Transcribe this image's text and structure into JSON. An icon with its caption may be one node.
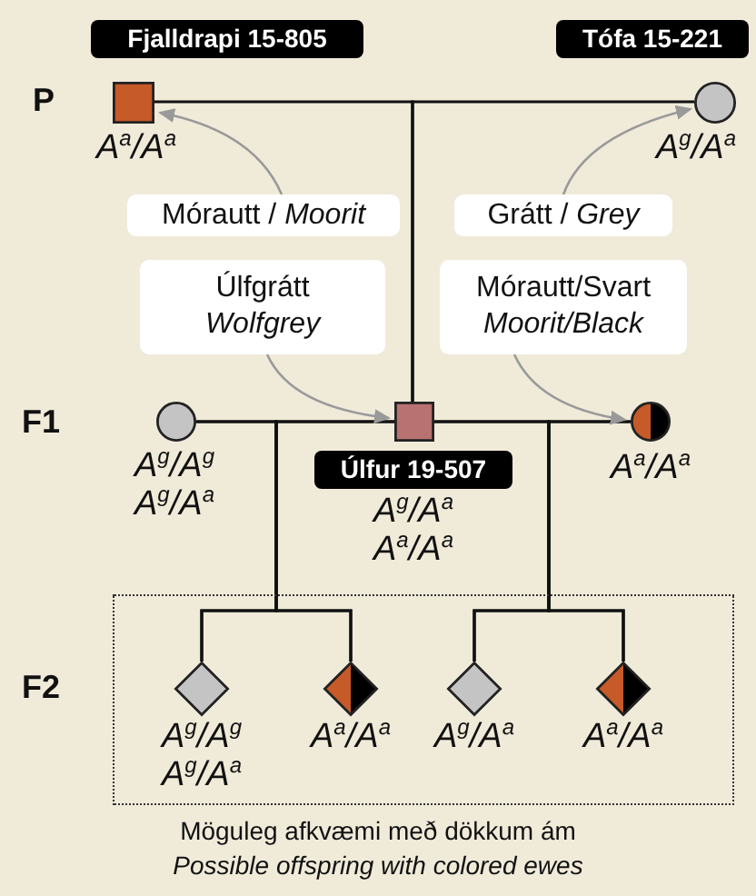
{
  "diagram": {
    "nodes": [
      {
        "text": [
          "Fjalldrapi 15-805",
          "A$^{a}$/A$^{a}$"
        ]
      },
      {
        "text": [
          "Tófa 15-221",
          "A$^{g}$/A$^{a}$"
        ]
      },
      {
        "text": [
          "A$^{g}$/A$^{g}$",
          "A$^{g}$/A$^{a}$"
        ]
      },
      {
        "text": [
          "Úlfur 19-507",
          "A$^{g}$/A$^{a}$",
          "A$^{a}$/A$^{a}$"
        ]
      },
      {
        "text": [
          "A$^{a}$/A$^{a}$"
        ]
      },
      {
        "text": [
          "Möguleg afkvæmi með dökkum ám",
          "Possible offspring with colored ewes"
        ]
      },
      {
        "text": [
          "A$^{g}$/A$^{g}$",
          "A$^{g}$/A$^{a}$"
        ],
        "in": 5
      },
      {
        "text": [
          "A$^{a}$/A$^{a}$"
        ],
        "in": 5
      },
      {
        "text": [
          "A$^{g}$/A$^{a}$"
        ],
        "in": 5
      },
      {
        "text": [
          "A$^{a}$/A$^{a}$"
        ],
        "in": 5
      },
      {
        "text": [
          "Mórautt / *Moorit*"
        ]
      },
      {
        "text": [
          "Grátt / *Grey*"
        ]
      },
      {
        "text": [
          "Úlfgrátt",
          "Wolfgrey"
        ]
      },
      {
        "text": [
          "Mórautt/Svart",
          "Moorit/Black"
        ]
      }
    ],
    "edges": [
      {
        "from": 0,
        "to": 3,
        "arrow": "none"
      },
      {
        "from": 1,
        "to": 3,
        "arrow": "none"
      },
      {
        "from": 2,
        "to": 6,
        "arrow": "none"
      },
      {
        "from": 2,
        "to": 7,
        "arrow": "none"
      },
      {
        "from": 3,
        "to": 6,
        "arrow": "none"
      },
      {
        "from": 3,
        "to": 7,
        "arrow": "none"
      },
      {
        "from": 3,
        "to": 8,
        "arrow": "none"
      },
      {
        "from": 3,
        "to": 9,
        "arrow": "none"
      },
      {
        "from": 4,
        "to": 8,
        "arrow": "none"
      },
      {
        "from": 4,
        "to": 9,
        "arrow": "none"
      },
      {
        "from": 10,
        "to": 0,
        "arrow": "to",
        "color": "#999999"
      },
      {
        "from": 11,
        "to": 1,
        "arrow": "to",
        "color": "#999999"
      },
      {
        "from": 12,
        "to": 3,
        "arrow": "to",
        "color": "#999999"
      },
      {
        "from": 13,
        "to": 4,
        "arrow": "to",
        "color": "#999999"
      }
    ],
    "labels": [
      "P",
      "F1",
      "F2"
    ]
  }
}
